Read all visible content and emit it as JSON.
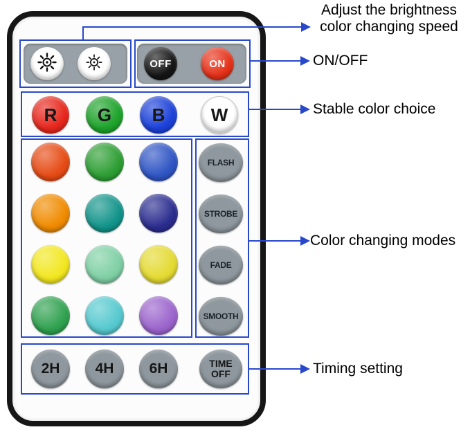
{
  "colors": {
    "annotation_blue": "#2848cc",
    "panel_gray": "#98a1a7",
    "button_gray": "#8e989e",
    "remote_border": "#161616",
    "remote_body": "#fcfcfc"
  },
  "annotations": {
    "brightness_line1": "Adjust the brightness",
    "brightness_line2": "color changing speed",
    "onoff": "ON/OFF",
    "stable": "Stable color choice",
    "modes": "Color changing modes",
    "timing": "Timing setting"
  },
  "remote": {
    "off_label": "OFF",
    "on_label": "ON",
    "off_color": "#151515",
    "on_color": "#e63118",
    "stable_row": [
      {
        "label": "R",
        "color": "#e7271d"
      },
      {
        "label": "G",
        "color": "#1ea32b"
      },
      {
        "label": "B",
        "color": "#1c41d9"
      },
      {
        "label": "W",
        "color": "#ffffff"
      }
    ],
    "color_grid": [
      [
        "#e64b15",
        "#2d9e33",
        "#2f55c4"
      ],
      [
        "#f08b00",
        "#12948a",
        "#2b2d8f"
      ],
      [
        "#f2e71f",
        "#7fd0a4",
        "#e4da32"
      ],
      [
        "#2fa14f",
        "#55c9cf",
        "#9b64cc"
      ]
    ],
    "mode_buttons": [
      "FLASH",
      "STROBE",
      "FADE",
      "SMOOTH"
    ],
    "timer_buttons": [
      "2H",
      "4H",
      "6H"
    ],
    "time_off_line1": "TIME",
    "time_off_line2": "OFF"
  }
}
